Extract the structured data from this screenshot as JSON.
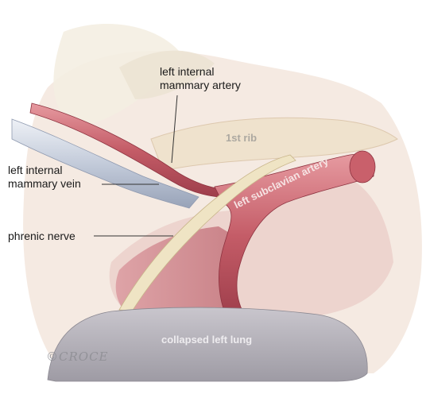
{
  "labels": {
    "artery_line1": "left internal",
    "artery_line2": "mammary artery",
    "vein_line1": "left internal",
    "vein_line2": "mammary vein",
    "nerve": "phrenic nerve",
    "rib": "1st rib",
    "subclavian": "left subclavian artery",
    "lung": "collapsed left lung"
  },
  "signature": "©CROCE",
  "colors": {
    "tissue": "#ead0c8",
    "muscle": "#c4737d",
    "artery": "#b8505e",
    "vein": "#b7c2d4",
    "nerve": "#ece0c0",
    "lung": "#a9a6af",
    "leader": "#333333"
  }
}
